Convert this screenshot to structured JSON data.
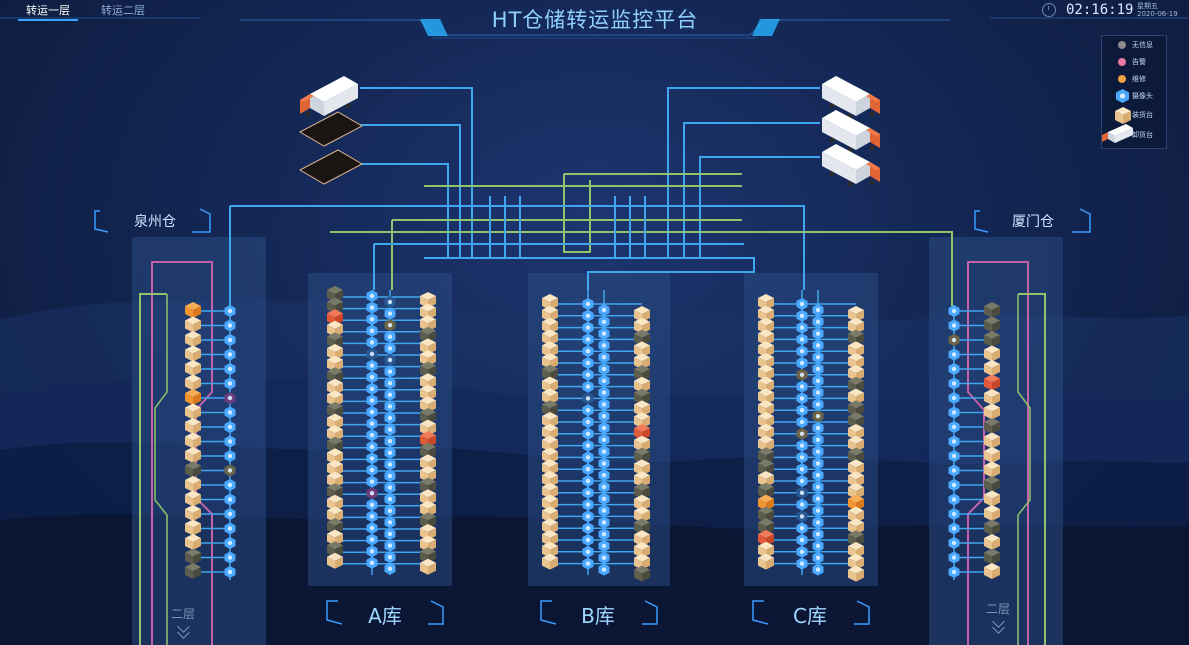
{
  "tabs": [
    {
      "label": "转运一层",
      "active": true
    },
    {
      "label": "转运二层",
      "active": false
    }
  ],
  "title": "HT仓储转运监控平台",
  "clock": {
    "time": "02:16:19",
    "weekday": "星期五",
    "date": "2020-06-19"
  },
  "legend": [
    {
      "label": "无信息",
      "icon": "gray-dot-icon",
      "color": "#8a8a8a"
    },
    {
      "label": "告警",
      "icon": "pink-dot-icon",
      "color": "#e87aa6"
    },
    {
      "label": "维修",
      "icon": "orange-dot-icon",
      "color": "#f0a043"
    },
    {
      "label": "摄像头",
      "icon": "camera-hex-icon",
      "color": "#4aa8ff"
    },
    {
      "label": "装货台",
      "icon": "loading-box-icon",
      "color": "#f4d6a6"
    },
    {
      "label": "卸货台",
      "icon": "truck-icon",
      "color": "#ffffff"
    }
  ],
  "warehouses": {
    "left": {
      "name": "泉州仓",
      "floor": "二层"
    },
    "right": {
      "name": "厦门仓",
      "floor": "二层"
    }
  },
  "stores": [
    "A库",
    "B库",
    "C库"
  ],
  "colors": {
    "accent": "#3aa7ff",
    "line_blue": "#41a6f0",
    "line_green": "#8fc46b",
    "line_pink": "#c561a8",
    "box": "#f4d6a6",
    "box_dark": "#5d5d4e",
    "box_red": "#e05a3a",
    "box_orange": "#f29430"
  }
}
